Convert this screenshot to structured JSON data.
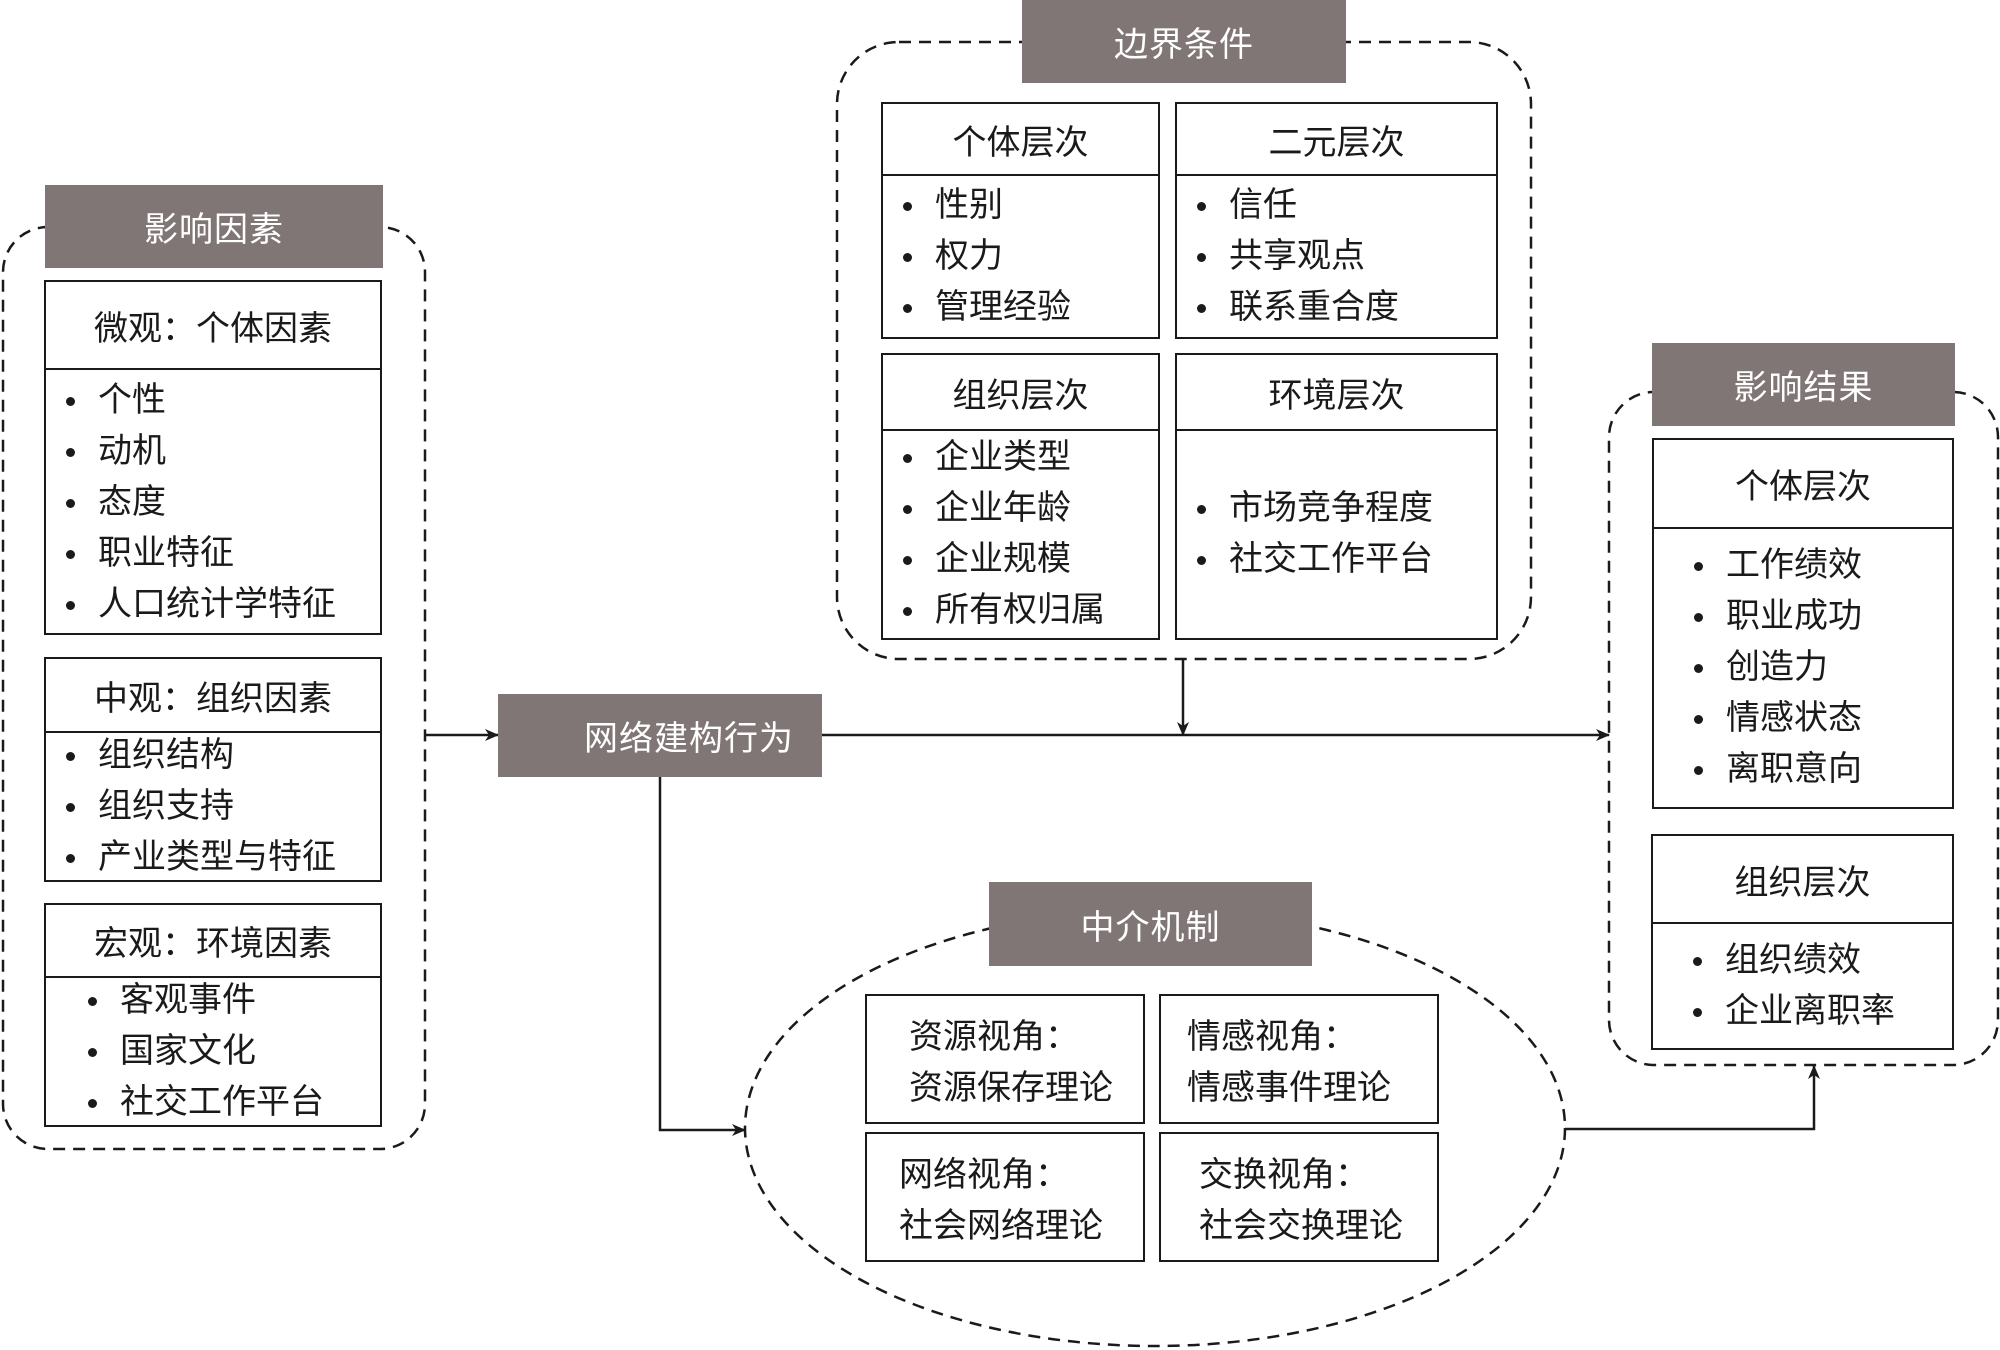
{
  "influencing_factors": {
    "header": "影响因素",
    "groups": [
      {
        "title": "微观：个体因素",
        "items": [
          "个性",
          "动机",
          "态度",
          "职业特征",
          "人口统计学特征"
        ]
      },
      {
        "title": "中观：组织因素",
        "items": [
          "组织结构",
          "组织支持",
          "产业类型与特征"
        ]
      },
      {
        "title": "宏观：环境因素",
        "items": [
          "客观事件",
          "国家文化",
          "社交工作平台"
        ]
      }
    ]
  },
  "core": {
    "label": "网络建构行为"
  },
  "boundary_conditions": {
    "header": "边界条件",
    "groups": [
      {
        "title": "个体层次",
        "items": [
          "性别",
          "权力",
          "管理经验"
        ]
      },
      {
        "title": "二元层次",
        "items": [
          "信任",
          "共享观点",
          "联系重合度"
        ]
      },
      {
        "title": "组织层次",
        "items": [
          "企业类型",
          "企业年龄",
          "企业规模",
          "所有权归属"
        ]
      },
      {
        "title": "环境层次",
        "items": [
          "市场竞争程度",
          "社交工作平台"
        ]
      }
    ]
  },
  "mediating_mechanisms": {
    "header": "中介机制",
    "cells": [
      {
        "perspective": "资源视角：",
        "theory": "资源保存理论"
      },
      {
        "perspective": "情感视角：",
        "theory": "情感事件理论"
      },
      {
        "perspective": "网络视角：",
        "theory": "社会网络理论"
      },
      {
        "perspective": "交换视角：",
        "theory": "社会交换理论"
      }
    ]
  },
  "outcomes": {
    "header": "影响结果",
    "groups": [
      {
        "title": "个体层次",
        "items": [
          "工作绩效",
          "职业成功",
          "创造力",
          "情感状态",
          "离职意向"
        ]
      },
      {
        "title": "组织层次",
        "items": [
          "组织绩效",
          "企业离职率"
        ]
      }
    ]
  },
  "colors": {
    "header_fill": "#807675",
    "header_text": "#ffffff",
    "line": "#1a1a1a"
  }
}
